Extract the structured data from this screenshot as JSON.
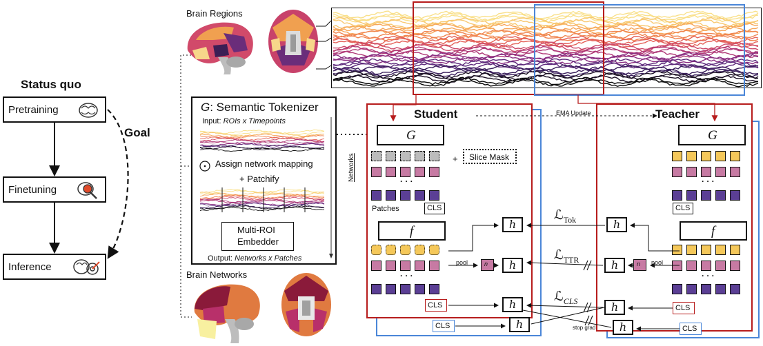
{
  "left_panel": {
    "title": "Status quo",
    "goal": "Goal",
    "stages": [
      {
        "label": "Pretraining",
        "icon": "brain-outline-icon"
      },
      {
        "label": "Finetuning",
        "icon": "brain-magnifier-icon"
      },
      {
        "label": "Inference",
        "icon": "brain-target-icon"
      }
    ]
  },
  "brain_regions": {
    "label": "Brain Regions"
  },
  "brain_networks": {
    "label": "Brain Networks"
  },
  "tokenizer": {
    "title_symbol": "G",
    "title_rest": ": Semantic Tokenizer",
    "input_label_plain": "Input: ",
    "input_label_ital": "ROIs x Timepoints",
    "assign_label": "Assign network mapping",
    "patchify_label": "+ Patchify",
    "embedder_label_1": "Multi-ROI",
    "embedder_label_2": "Embedder",
    "output_label_plain": "Output: ",
    "output_label_ital": "Networks x Patches"
  },
  "student": {
    "title": "Student",
    "G": "G",
    "f": "f",
    "slice_mask": "Slice Mask",
    "plus": "+",
    "networks_label": "Networks",
    "patches_label": "Patches",
    "cls": "CLS",
    "pool": "pool",
    "n_token": "n",
    "ellipsis": "· · ·",
    "h": "h"
  },
  "teacher": {
    "title": "Teacher",
    "G": "G",
    "f": "f",
    "cls": "CLS",
    "pool": "pool",
    "n_token": "n",
    "ellipsis": "· · ·",
    "h": "h"
  },
  "ema_label": "EMA Update",
  "stop_grad": "stop grad",
  "losses": {
    "tok_main": "ℒ",
    "tok_sub": "Tok",
    "ttr_main": "ℒ",
    "ttr_sub": "TTR",
    "cls_main": "ℒ",
    "cls_sub": "CLS"
  },
  "colors": {
    "student_red": "#b71c1c",
    "teacher_blue": "#4a86d8",
    "token_yellow": "#f5c85a",
    "token_pink": "#c77aa3",
    "token_purple": "#5b3f95",
    "mask_gray": "#bcbcbc"
  }
}
